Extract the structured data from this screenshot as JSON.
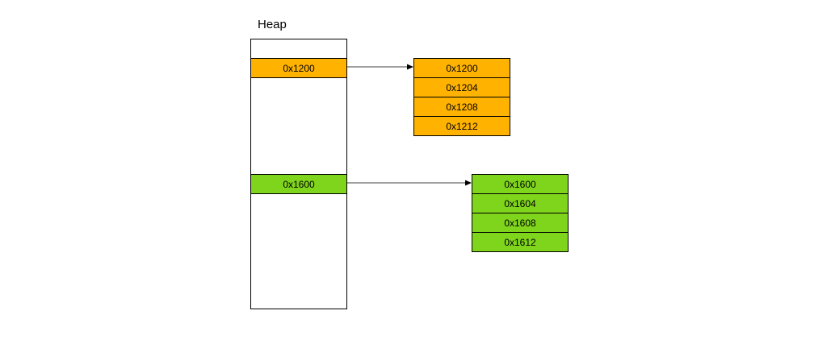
{
  "title": "Heap",
  "colors": {
    "orange": "#ffb300",
    "green": "#7fd41c",
    "line": "#000000"
  },
  "heap_slots": [
    {
      "label": "0x1200",
      "color": "orange"
    },
    {
      "label": "0x1600",
      "color": "green"
    }
  ],
  "arrays": [
    {
      "color": "orange",
      "cells": [
        "0x1200",
        "0x1204",
        "0x1208",
        "0x1212"
      ]
    },
    {
      "color": "green",
      "cells": [
        "0x1600",
        "0x1604",
        "0x1608",
        "0x1612"
      ]
    }
  ]
}
